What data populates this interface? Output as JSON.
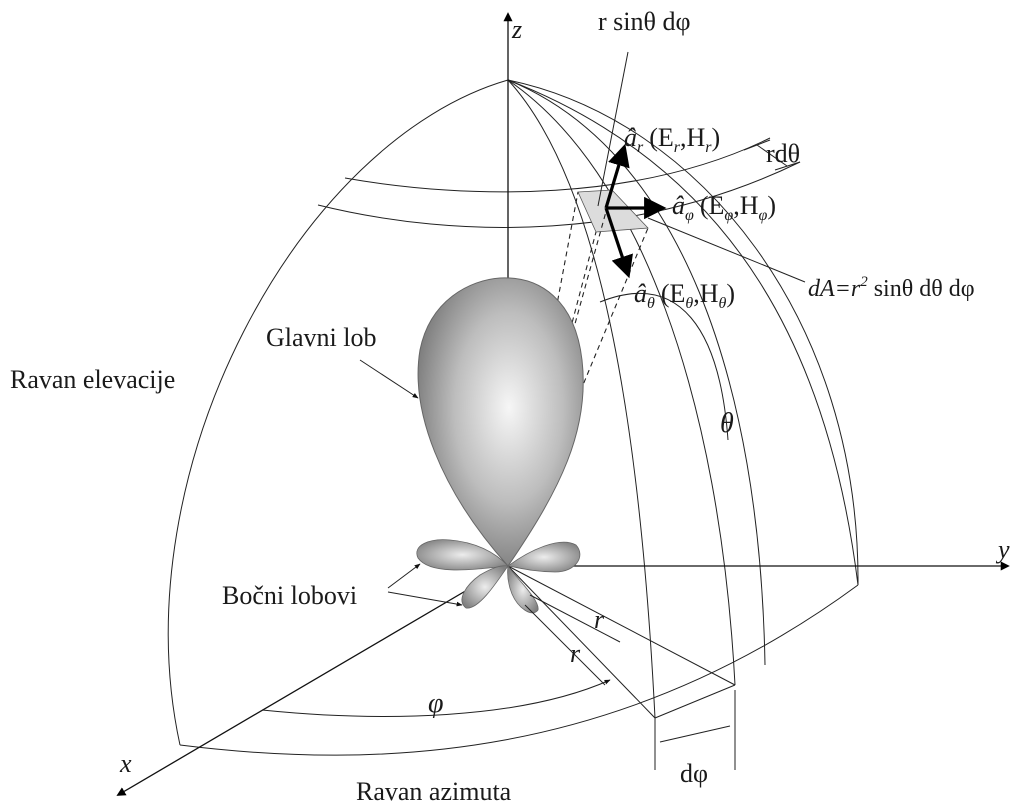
{
  "axes": {
    "z": "z",
    "y": "y",
    "x": "x"
  },
  "labels": {
    "r_sin_theta_dphi": "r sinθ dφ",
    "a_r_hat": "â",
    "a_r_sub": "r",
    "a_r_field": "(E",
    "a_r_field_sub": "r",
    "a_r_field_mid": ",H",
    "a_r_field_sub2": "r",
    "a_r_field_end": ")",
    "r_dtheta": "rdθ",
    "a_phi_hat": "â",
    "a_phi_sub": "φ",
    "a_phi_field": "(E",
    "a_phi_field_sub": "φ",
    "a_phi_field_mid": ",H",
    "a_phi_field_sub2": "φ",
    "a_phi_field_end": ")",
    "a_theta_hat": "â",
    "a_theta_sub": "θ",
    "a_theta_field": "(E",
    "a_theta_field_sub": "θ",
    "a_theta_field_mid": ",H",
    "a_theta_field_sub2": "θ",
    "a_theta_field_end": ")",
    "dA_lhs": "dA=r",
    "dA_sup": "2",
    "dA_rhs": " sinθ dθ dφ",
    "main_lobe": "Glavni lob",
    "elevation_plane": "Ravan elevacije",
    "theta": "θ",
    "side_lobes": "Bočni lobovi",
    "r_upper": "r",
    "r_lower": "r",
    "phi": "φ",
    "d_phi": "dφ",
    "azimuth_plane": "Ravan azimuta"
  },
  "colors": {
    "line": "#222222",
    "lobe_light": "#f4f4f4",
    "lobe_dark": "#7a7a7a",
    "patch": "#dcdcdc"
  }
}
